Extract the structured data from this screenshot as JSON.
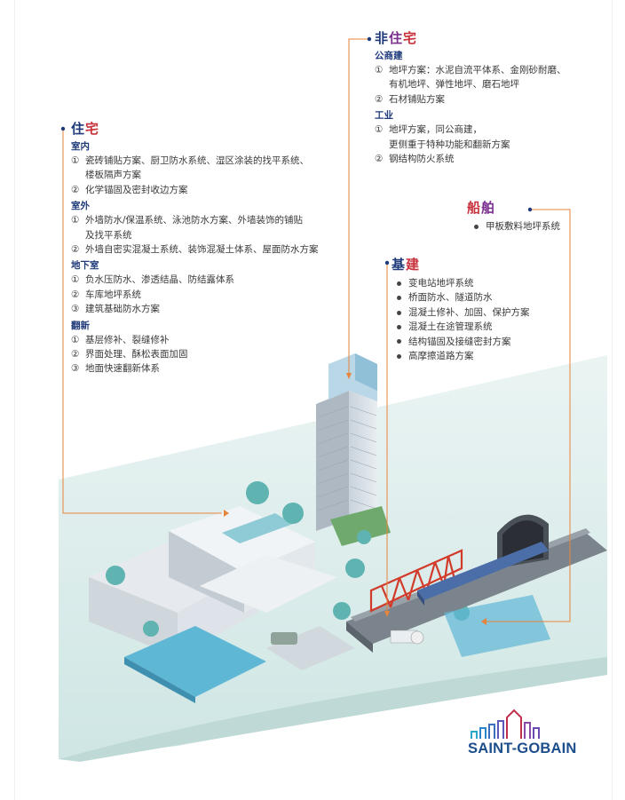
{
  "colors": {
    "navy": "#1f3a7a",
    "red": "#c8323c",
    "purple": "#7a2f8f",
    "orange_line": "#e8833a",
    "logo_blue": "#1c4e8c"
  },
  "residential": {
    "title_a": "住",
    "title_b": "宅",
    "groups": [
      {
        "heading": "室内",
        "items": [
          {
            "num": "①",
            "lines": [
              "瓷砖铺贴方案、厨卫防水系统、湿区涂装的找平系统、",
              "楼板隔声方案"
            ]
          },
          {
            "num": "②",
            "lines": [
              "化学锚固及密封收边方案"
            ]
          }
        ]
      },
      {
        "heading": "室外",
        "items": [
          {
            "num": "①",
            "lines": [
              "外墙防水/保温系统、泳池防水方案、外墙装饰的铺贴",
              "及找平系统"
            ]
          },
          {
            "num": "②",
            "lines": [
              "外墙自密实混凝土系统、装饰混凝土体系、屋面防水方案"
            ]
          }
        ]
      },
      {
        "heading": "地下室",
        "items": [
          {
            "num": "①",
            "lines": [
              "负水压防水、渗透结晶、防结露体系"
            ]
          },
          {
            "num": "②",
            "lines": [
              "车库地坪系统"
            ]
          },
          {
            "num": "③",
            "lines": [
              "建筑基础防水方案"
            ]
          }
        ]
      },
      {
        "heading": "翻新",
        "items": [
          {
            "num": "①",
            "lines": [
              "基层修补、裂缝修补"
            ]
          },
          {
            "num": "②",
            "lines": [
              "界面处理、酥松表面加固"
            ]
          },
          {
            "num": "③",
            "lines": [
              "地面快速翻新体系"
            ]
          }
        ]
      }
    ]
  },
  "nonresidential": {
    "title_a": "非",
    "title_b": "住",
    "title_c": "宅",
    "groups": [
      {
        "heading": "公商建",
        "items": [
          {
            "num": "①",
            "lines": [
              "地坪方案：水泥自流平体系、金刚砂耐磨、",
              "有机地坪、弹性地坪、磨石地坪"
            ]
          },
          {
            "num": "②",
            "lines": [
              "石材铺贴方案"
            ]
          }
        ]
      },
      {
        "heading": "工业",
        "items": [
          {
            "num": "①",
            "lines": [
              "地坪方案，同公商建，",
              "更侧重于特种功能和翻新方案"
            ]
          },
          {
            "num": "②",
            "lines": [
              "钢结构防火系统"
            ]
          }
        ]
      }
    ]
  },
  "ship": {
    "title_a": "船",
    "title_b": "舶",
    "items": [
      "甲板敷料地坪系统"
    ]
  },
  "infrastructure": {
    "title_a": "基",
    "title_b": "建",
    "items": [
      "变电站地坪系统",
      "桥面防水、隧道防水",
      "混凝土修补、加固、保护方案",
      "混凝土在途管理系统",
      "结构锚固及接缝密封方案",
      "高摩擦道路方案"
    ]
  },
  "logo": {
    "text": "SAINT-GOBAIN"
  }
}
